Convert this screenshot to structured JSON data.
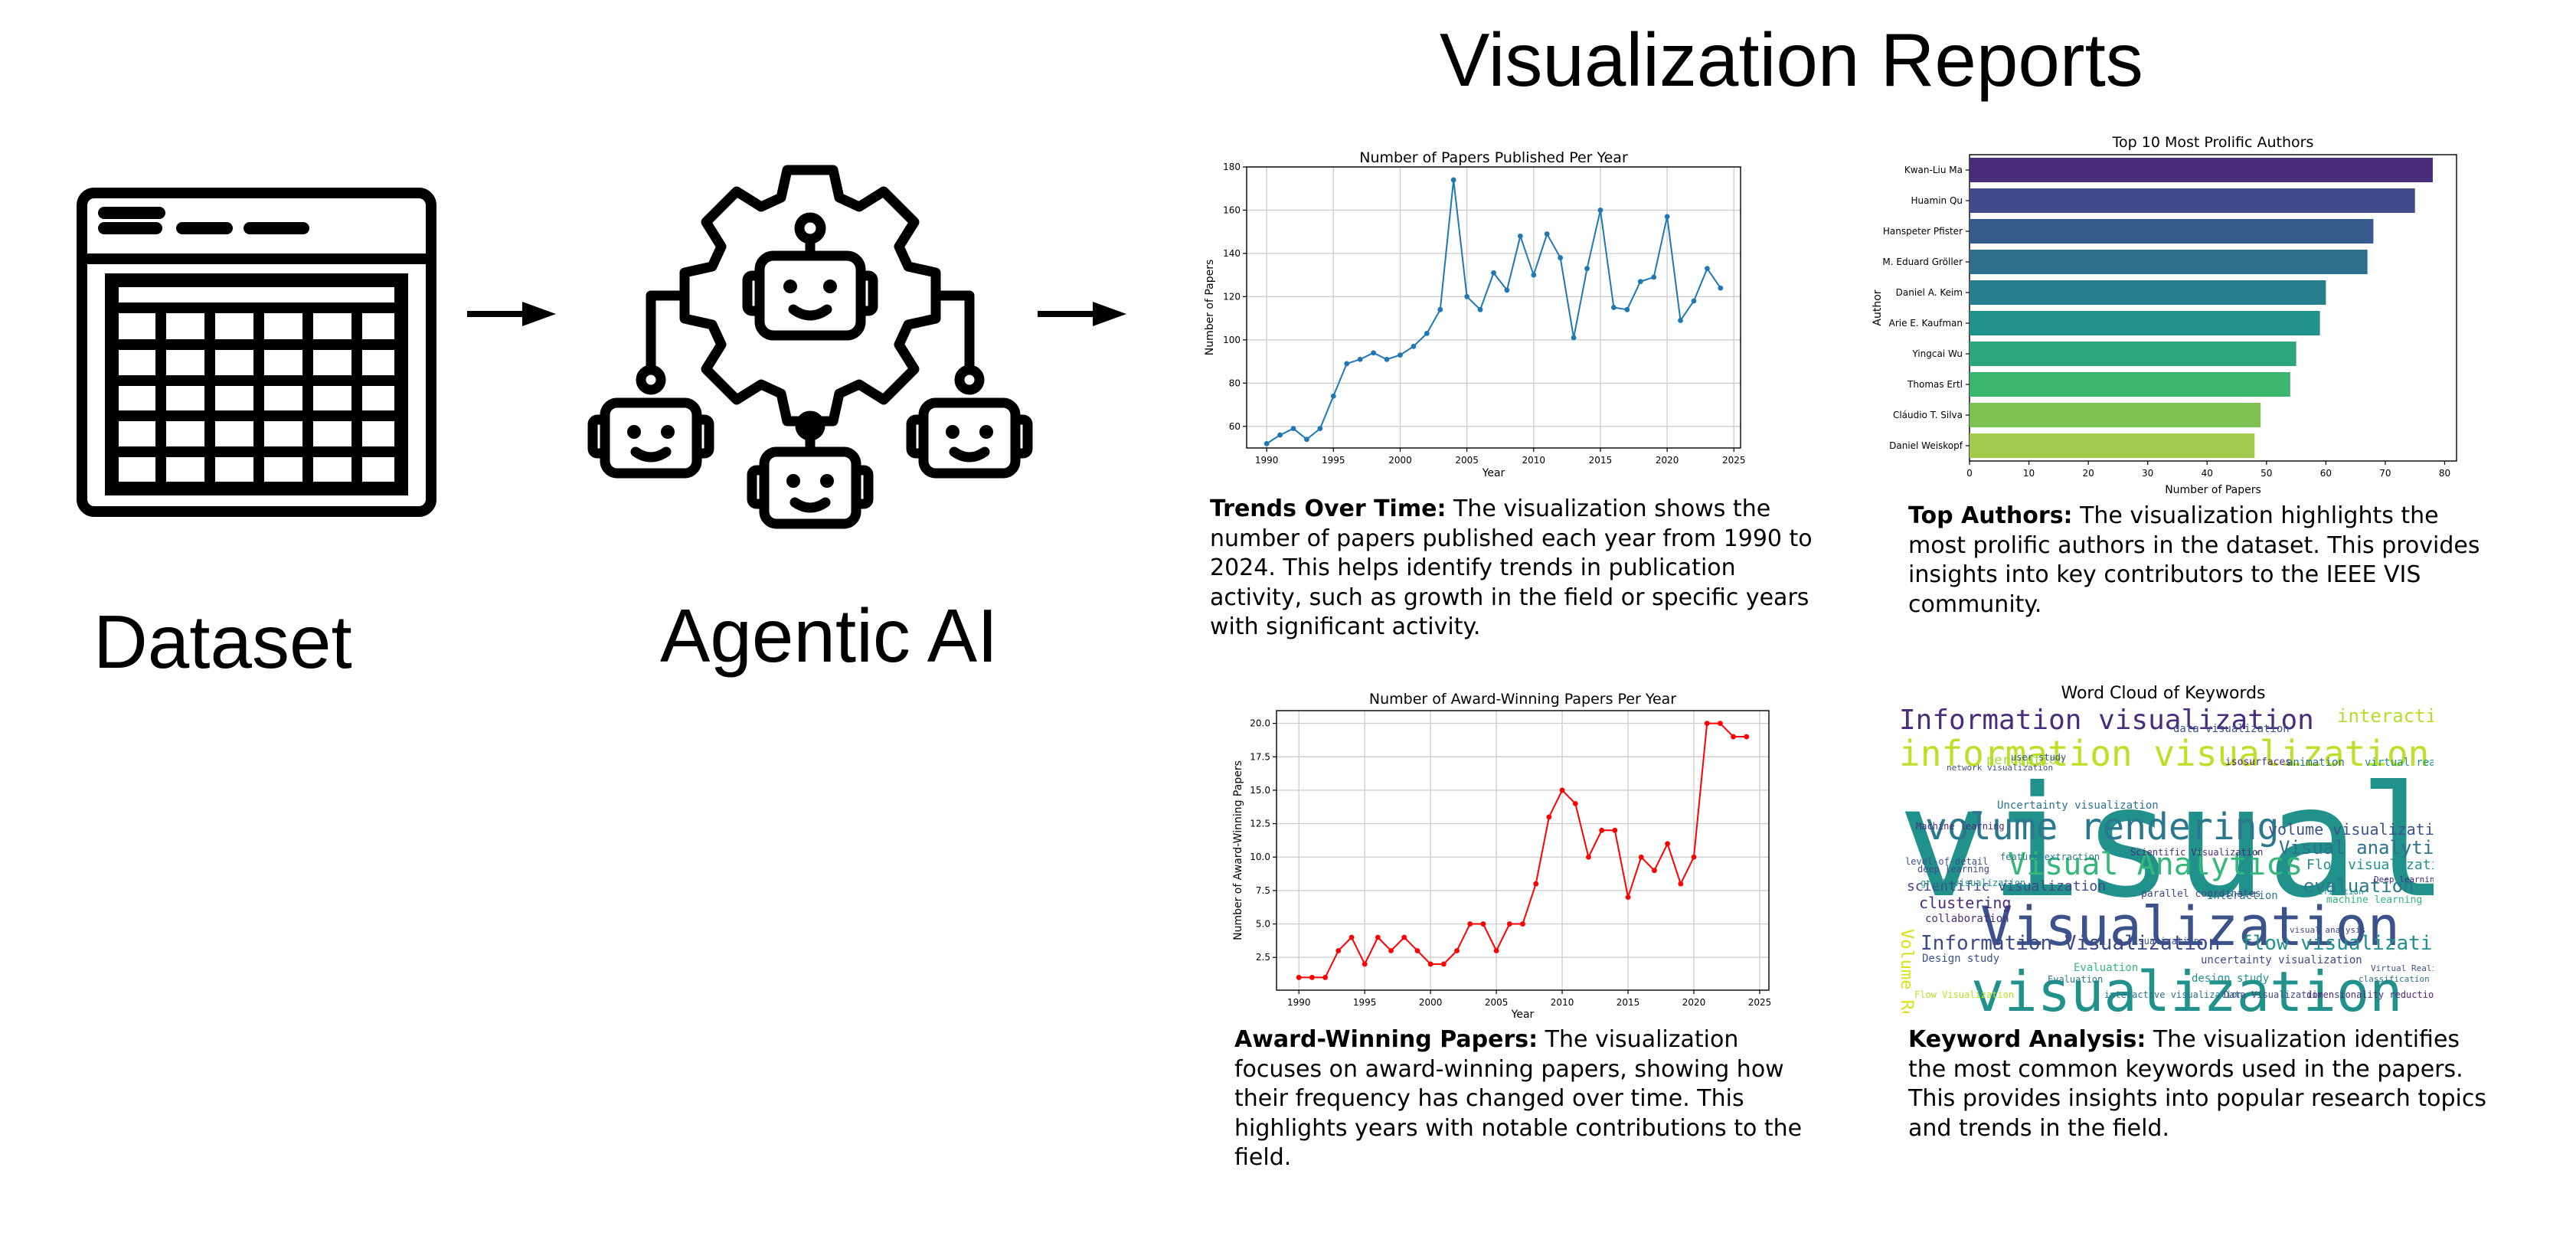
{
  "labels": {
    "dataset": "Dataset",
    "agent": "Agentic AI",
    "reports_title": "Visualization Reports"
  },
  "colors": {
    "line_blue": "#1f77b4",
    "line_red": "#ff0000"
  },
  "icons": {
    "dataset": "spreadsheet-icon",
    "agent": "robot-gear-icon",
    "arrow": "right-arrow-icon"
  },
  "descriptions": {
    "trends": {
      "bold": "Trends Over Time:",
      "text": " The visualization shows the number of papers published each year from 1990 to 2024. This helps identify trends in publication activity, such as growth in the field or specific years with significant activity."
    },
    "authors": {
      "bold": "Top Authors:",
      "text": " The visualization highlights the most prolific authors in the dataset. This provides insights into key contributors to the IEEE VIS community."
    },
    "awards": {
      "bold": "Award-Winning Papers:",
      "text": " The visualization focuses on award-winning papers, showing how their frequency has changed over time. This highlights years with notable contributions to the field."
    },
    "keywords": {
      "bold": "Keyword Analysis:",
      "text": " The visualization identifies the most common keywords used in the papers. This provides insights into popular research topics and trends in the field."
    }
  },
  "chart_data": [
    {
      "type": "line",
      "title": "Number of Papers Published Per Year",
      "xlabel": "Year",
      "ylabel": "Number of Papers",
      "x": [
        1990,
        1991,
        1992,
        1993,
        1994,
        1995,
        1996,
        1997,
        1998,
        1999,
        2000,
        2001,
        2002,
        2003,
        2004,
        2005,
        2006,
        2007,
        2008,
        2009,
        2010,
        2011,
        2012,
        2013,
        2014,
        2015,
        2016,
        2017,
        2018,
        2019,
        2020,
        2021,
        2022,
        2023,
        2024
      ],
      "y": [
        52,
        56,
        59,
        54,
        59,
        74,
        89,
        91,
        94,
        91,
        93,
        97,
        103,
        114,
        174,
        120,
        114,
        131,
        123,
        148,
        130,
        149,
        138,
        101,
        133,
        160,
        115,
        114,
        127,
        129,
        157,
        109,
        118,
        133,
        124
      ],
      "xlim": [
        1988.5,
        2025.5
      ],
      "ylim": [
        50,
        180
      ],
      "xticks": [
        1990,
        1995,
        2000,
        2005,
        2010,
        2015,
        2020,
        2025
      ],
      "yticks": [
        60,
        80,
        100,
        120,
        140,
        160,
        180
      ],
      "grid": true
    },
    {
      "type": "bar",
      "orientation": "horizontal",
      "title": "Top 10 Most Prolific Authors",
      "xlabel": "Number of Papers",
      "ylabel": "Author",
      "categories": [
        "Kwan-Liu Ma",
        "Huamin Qu",
        "Hanspeter Pfister",
        "M. Eduard Gröller",
        "Daniel A. Keim",
        "Arie E. Kaufman",
        "Yingcai Wu",
        "Thomas Ertl",
        "Cláudio T. Silva",
        "Daniel Weiskopf"
      ],
      "values": [
        78,
        75,
        68,
        67,
        60,
        59,
        55,
        54,
        49,
        48
      ],
      "colors": [
        "#472d7b",
        "#3f4b8a",
        "#365c8d",
        "#2e6f8e",
        "#277f8e",
        "#21918c",
        "#2ea77f",
        "#3ab66f",
        "#7ec254",
        "#a0cb4e"
      ],
      "xlim": [
        0,
        82
      ],
      "xticks": [
        0,
        10,
        20,
        30,
        40,
        50,
        60,
        70,
        80
      ]
    },
    {
      "type": "line",
      "title": "Number of Award-Winning Papers Per Year",
      "xlabel": "Year",
      "ylabel": "Number of Award-Winning Papers",
      "x": [
        1990,
        1991,
        1992,
        1993,
        1994,
        1995,
        1996,
        1997,
        1998,
        1999,
        2000,
        2001,
        2002,
        2003,
        2004,
        2005,
        2006,
        2007,
        2008,
        2009,
        2010,
        2011,
        2012,
        2013,
        2014,
        2015,
        2016,
        2017,
        2018,
        2019,
        2020,
        2021,
        2022,
        2023,
        2024
      ],
      "y": [
        1,
        1,
        1,
        3,
        4,
        2,
        4,
        3,
        4,
        3,
        2,
        2,
        3,
        5,
        5,
        3,
        5,
        5,
        8,
        13,
        15,
        14,
        10,
        12,
        12,
        7,
        10,
        9,
        11,
        8,
        10,
        20,
        20,
        19,
        19
      ],
      "xlim": [
        1988.3,
        2025.7
      ],
      "ylim": [
        0.05,
        20.95
      ],
      "xticks": [
        1990,
        1995,
        2000,
        2005,
        2010,
        2015,
        2020,
        2025
      ],
      "yticks": [
        2.5,
        5.0,
        7.5,
        10.0,
        12.5,
        15.0,
        17.5,
        20.0
      ],
      "grid": true
    },
    {
      "type": "wordcloud",
      "title": "Word Cloud of Keywords",
      "words": [
        {
          "text": "visual analytics",
          "color": "#21918c"
        },
        {
          "text": "visualization",
          "color": "#21918c"
        },
        {
          "text": "Visualization",
          "color": "#3b528b"
        },
        {
          "text": "information visualization",
          "color": "#bddf26"
        },
        {
          "text": "volume rendering",
          "color": "#2a788e"
        },
        {
          "text": "Information visualization",
          "color": "#472d7b"
        },
        {
          "text": "Visual Analytics",
          "color": "#35b779"
        },
        {
          "text": "Information Visualization",
          "color": "#3e4989"
        },
        {
          "text": "flow visualization",
          "color": "#21918c"
        },
        {
          "text": "interaction",
          "color": "#b5de2b"
        },
        {
          "text": "Visual analytics",
          "color": "#2c728e"
        },
        {
          "text": "volume visualization",
          "color": "#3b528b"
        },
        {
          "text": "evaluation",
          "color": "#2a788e"
        },
        {
          "text": "clustering",
          "color": "#472d7b"
        },
        {
          "text": "Volume Rendering",
          "color": "#d8e219"
        },
        {
          "text": "scientific visualization",
          "color": "#3e4989"
        },
        {
          "text": "Flow visualization",
          "color": "#21918c"
        },
        {
          "text": "Uncertainty visualization",
          "color": "#2c728e"
        },
        {
          "text": "Interaction",
          "color": "#2a788e"
        },
        {
          "text": "uncertainty visualization",
          "color": "#3e4989"
        },
        {
          "text": "data visualization",
          "color": "#3b528b"
        },
        {
          "text": "design study",
          "color": "#21918c"
        },
        {
          "text": "Design study",
          "color": "#3b528b"
        },
        {
          "text": "Evaluation",
          "color": "#35b779"
        },
        {
          "text": "collaboration",
          "color": "#472d7b"
        },
        {
          "text": "parallel coordinates",
          "color": "#3e4989"
        },
        {
          "text": "perception",
          "color": "#a0da39"
        },
        {
          "text": "animation",
          "color": "#2c728e"
        },
        {
          "text": "virtual reality",
          "color": "#21918c"
        },
        {
          "text": "user study",
          "color": "#3b528b"
        },
        {
          "text": "Machine learning",
          "color": "#472d7b"
        },
        {
          "text": "deep learning",
          "color": "#3e4989"
        },
        {
          "text": "feature extraction",
          "color": "#2a788e"
        },
        {
          "text": "level-of-detail",
          "color": "#3b528b"
        },
        {
          "text": "graph visualization",
          "color": "#21918c"
        },
        {
          "text": "Scientific Visualization",
          "color": "#472d7b"
        },
        {
          "text": "interactive visualization",
          "color": "#2c728e"
        },
        {
          "text": "Data Visualization",
          "color": "#3e4989"
        },
        {
          "text": "dimensionality reduction",
          "color": "#472d7b"
        },
        {
          "text": "network visualization",
          "color": "#3b528b"
        },
        {
          "text": "isosurfaces",
          "color": "#472d7b"
        },
        {
          "text": "simplification",
          "color": "#21918c"
        },
        {
          "text": "visual analysis",
          "color": "#3e4989"
        },
        {
          "text": "Flow Visualization",
          "color": "#bddf26"
        },
        {
          "text": "classification",
          "color": "#2c728e"
        },
        {
          "text": "Virtual Reality",
          "color": "#3b528b"
        },
        {
          "text": "machine learning",
          "color": "#35b779"
        },
        {
          "text": "Deep learning",
          "color": "#472d7b"
        },
        {
          "text": "Evaluation",
          "color": "#2a788e"
        },
        {
          "text": "visualization",
          "color": "#3b528b"
        }
      ]
    }
  ]
}
